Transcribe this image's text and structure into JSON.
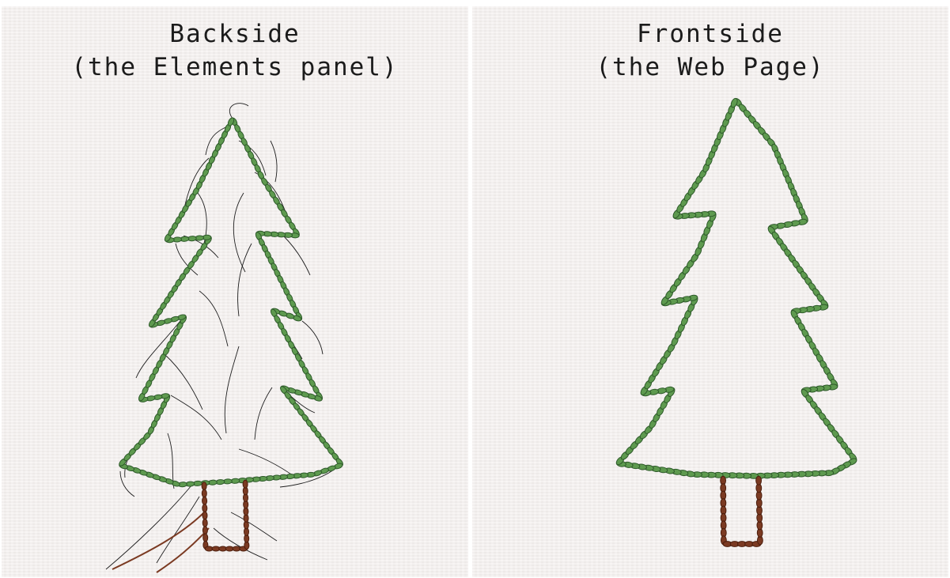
{
  "panels": [
    {
      "id": "backside",
      "title_line1": "Backside",
      "title_line2": "(the Elements panel)"
    },
    {
      "id": "frontside",
      "title_line1": "Frontside",
      "title_line2": "(the Web Page)"
    }
  ],
  "colors": {
    "panel_background": "#f3efee",
    "foliage_stroke": "#2e5a2a",
    "foliage_fill": "#5e9a4f",
    "trunk_stroke": "#4b1d0c",
    "trunk_fill": "#7b3a22",
    "thread": "#1e1e1e"
  }
}
